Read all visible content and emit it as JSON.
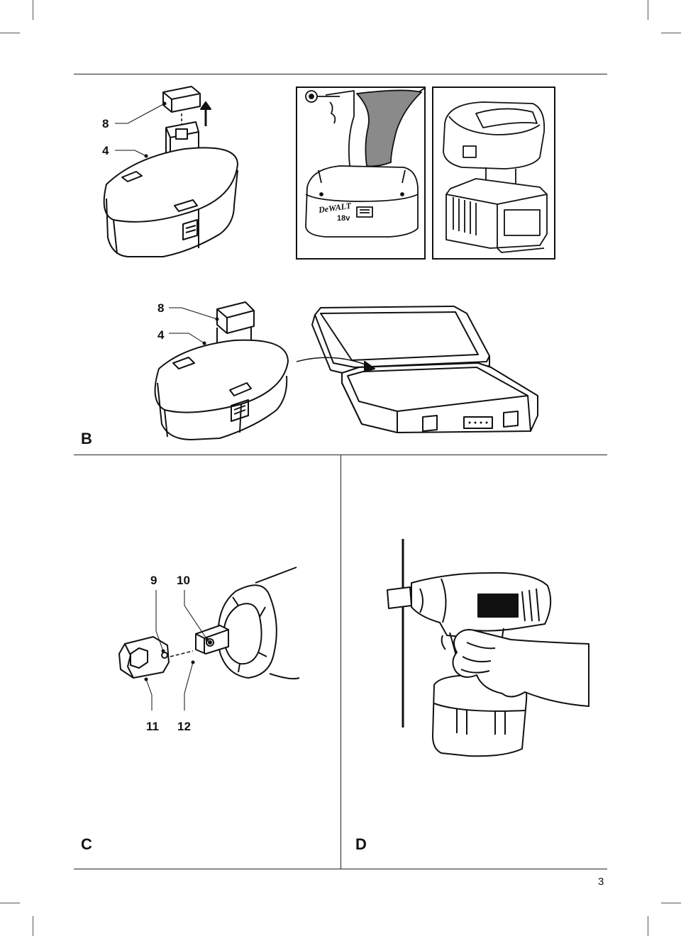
{
  "figure_b": {
    "top": {
      "callout_cap": "8",
      "callout_battery": "4"
    },
    "bottom": {
      "callout_cap": "8",
      "callout_battery": "4"
    },
    "drill_brand": "DeWALT",
    "drill_voltage": "18v",
    "letter": "B"
  },
  "figure_c": {
    "callouts": [
      "9",
      "10",
      "11",
      "12"
    ],
    "letter": "C"
  },
  "figure_d": {
    "letter": "D"
  },
  "page_number": "3"
}
